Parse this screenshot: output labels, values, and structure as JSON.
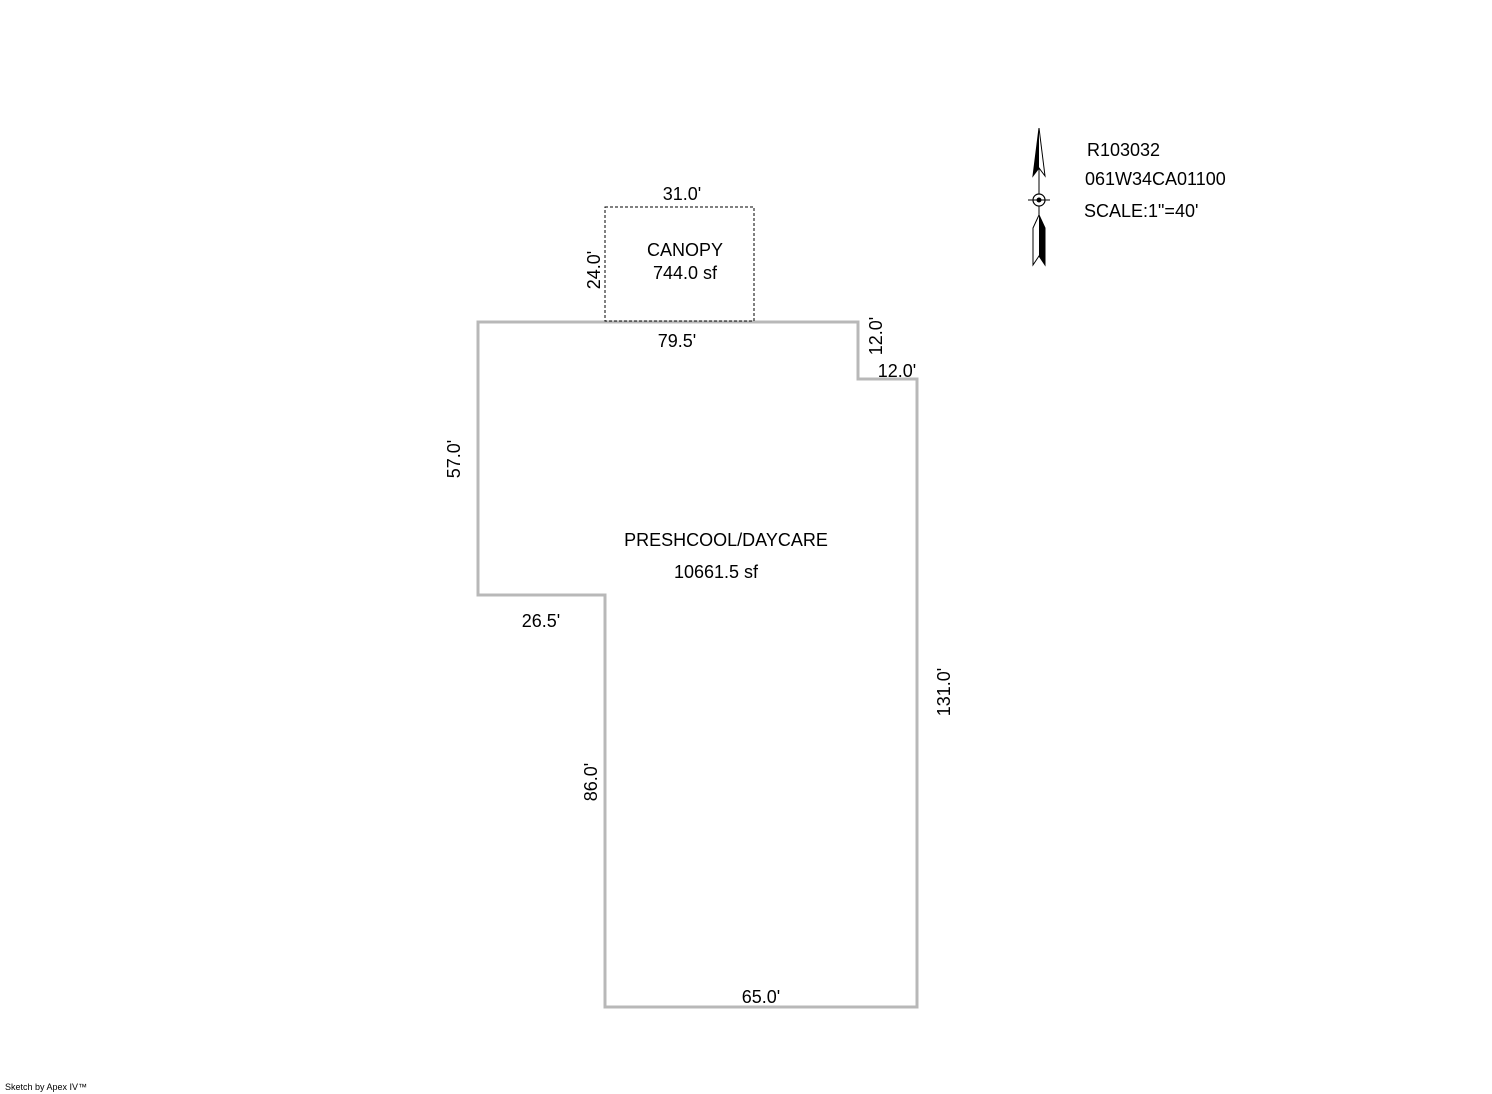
{
  "parcel": {
    "account_id": "R103032",
    "map_number": "061W34CA01100",
    "scale": "SCALE:1\"=40'"
  },
  "areas": [
    {
      "name": "CANOPY",
      "area": "744.0 sf"
    },
    {
      "name": "PRESHCOOL/DAYCARE",
      "area": "10661.5 sf"
    }
  ],
  "dimensions": {
    "canopy_top": "31.0'",
    "canopy_side": "24.0'",
    "main_top": "79.5'",
    "notch_vertical": "12.0'",
    "notch_horizontal": "12.0'",
    "left_side": "57.0'",
    "step_horizontal": "26.5'",
    "step_vertical": "86.0'",
    "bottom": "65.0'",
    "right_side": "131.0'"
  },
  "footer": {
    "credit": "Sketch by Apex IV™"
  },
  "colors": {
    "outline": "#b8b8b8",
    "canopy_outline": "#000000",
    "text": "#000000"
  },
  "icons": {
    "north_arrow": "north-arrow-icon"
  }
}
